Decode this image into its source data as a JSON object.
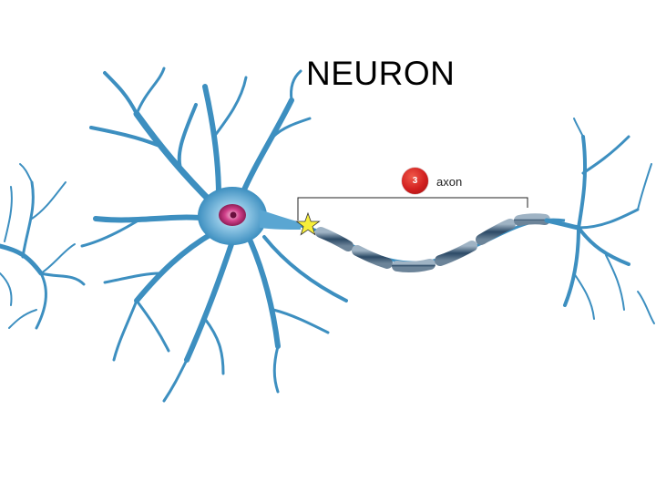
{
  "slide": {
    "title": "NEURON"
  },
  "callout": {
    "number": "3",
    "label": "axon"
  },
  "colors": {
    "dendrite": "#3d8fc0",
    "dendrite_light": "#8cc6e6",
    "nucleus": "#d0408a",
    "badge": "#d21f1f",
    "star": "#f7ee3a",
    "myelin": "#2c4a66"
  },
  "icons": {
    "marker": "star-icon"
  }
}
